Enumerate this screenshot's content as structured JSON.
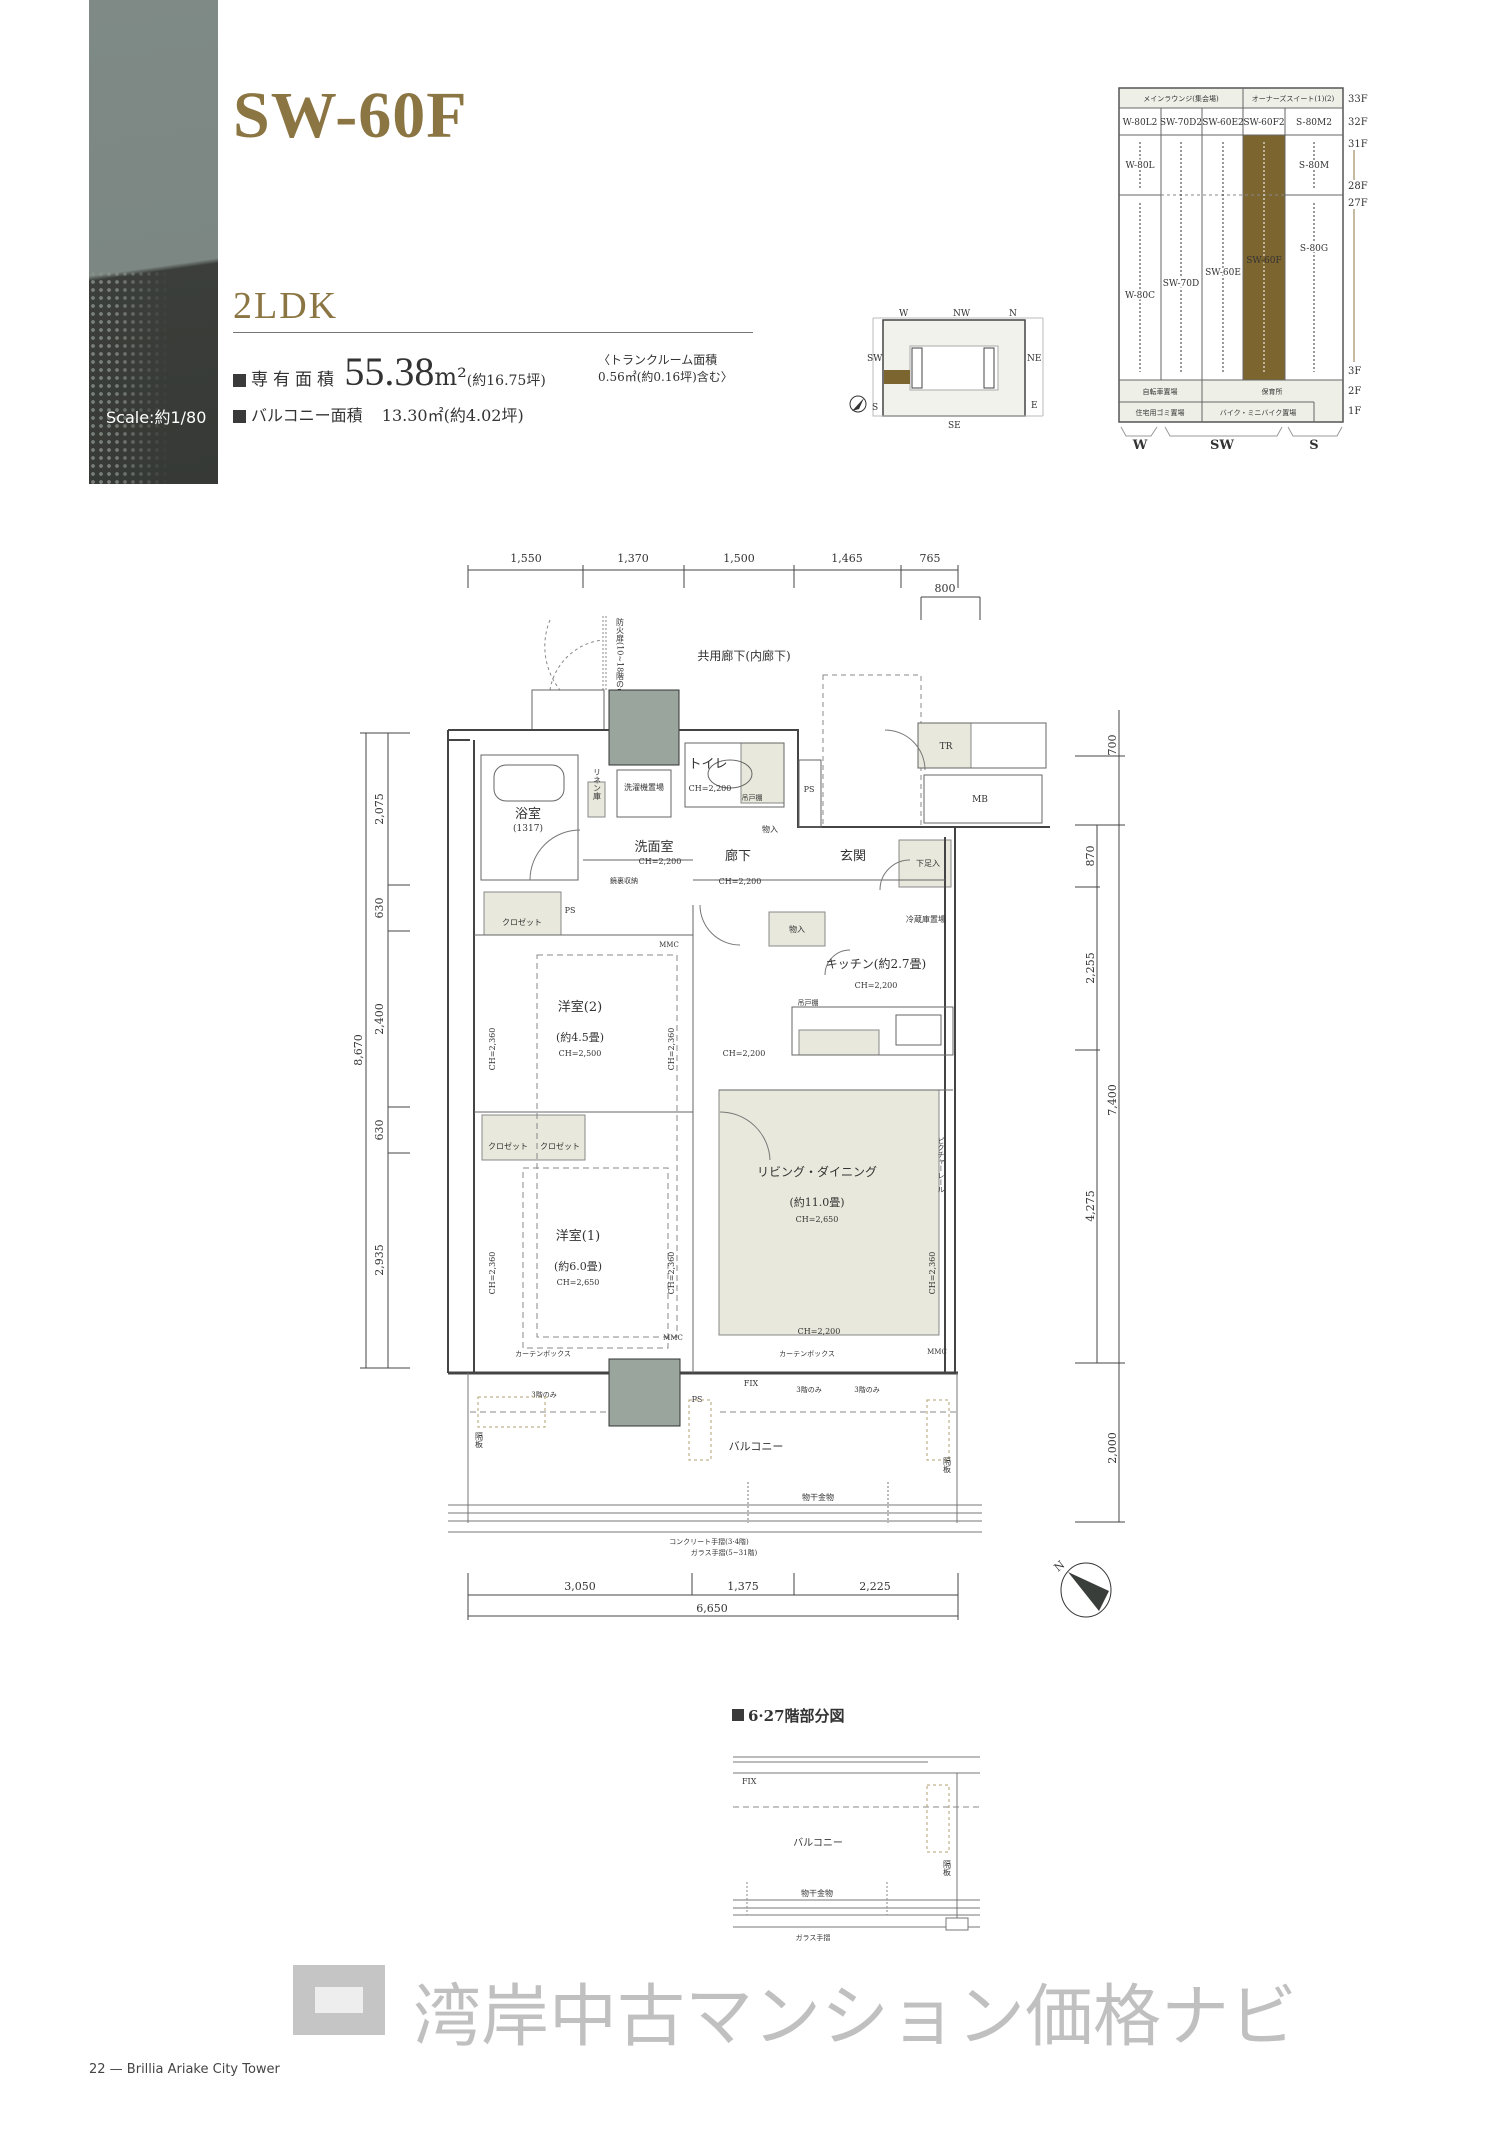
{
  "header": {
    "unit_name": "SW-60F",
    "layout_type": "2LDK",
    "scale": "Scale:約1/80"
  },
  "area": {
    "exclusive_label": "専有面積",
    "exclusive_value": "55.38",
    "unit": "m²",
    "exclusive_tsubo": "(約16.75坪)",
    "trunk_line1": "〈トランクルーム面積",
    "trunk_line2": "0.56㎡(約0.16坪)含む〉",
    "balcony_label": "バルコニー面積",
    "balcony_value": "13.30㎡(約4.02坪)"
  },
  "locator": {
    "labels": [
      "W",
      "NW",
      "N",
      "NE",
      "E",
      "SE",
      "S",
      "SW"
    ]
  },
  "stack": {
    "header": [
      "メインラウンジ(集会場)",
      "オーナーズスイート(1)(2)"
    ],
    "row32": [
      "W-80L2",
      "SW-70D2",
      "SW-60E2",
      "SW-60F2",
      "S-80M2"
    ],
    "upper": [
      "W-80L",
      "S-80M"
    ],
    "main": [
      "W-80C",
      "SW-70D",
      "SW-60E",
      "SW-60F",
      "S-80G"
    ],
    "f2": [
      "自転車置場",
      "保育所"
    ],
    "f1": [
      "住宅用ゴミ置場",
      "バイク・ミニバイク置場"
    ],
    "floors": [
      "33F",
      "32F",
      "31F",
      "28F",
      "27F",
      "3F",
      "2F",
      "1F"
    ],
    "wings": [
      "W",
      "SW",
      "S"
    ],
    "highlight_color": "#7d6530"
  },
  "plan": {
    "top_dims": [
      "1,550",
      "1,370",
      "1,500",
      "1,465",
      "765",
      "800"
    ],
    "left_dims": [
      "2,075",
      "630",
      "2,400",
      "630",
      "2,935",
      "8,670"
    ],
    "right_dims": [
      "700",
      "870",
      "2,255",
      "4,275",
      "7,400",
      "2,000"
    ],
    "bottom_dims": [
      "3,050",
      "1,375",
      "2,225",
      "6,650"
    ],
    "corridor": "共用廊下(内廊下)",
    "fire_door": "防火扉(10~18階のみ)",
    "rooms": {
      "bath": "浴室",
      "bath_size": "(1317)",
      "linen": "リネン庫",
      "washer": "洗濯機置場",
      "washroom": "洗面室",
      "washroom_ch": "CH=2,200",
      "mirror": "鏡裏収納",
      "toilet": "トイレ",
      "toilet_ch": "CH=2,200",
      "shelf": "吊戸棚",
      "hall": "廊下",
      "hall_ch": "CH=2,200",
      "entrance": "玄関",
      "shoe": "下足入",
      "fridge": "冷蔵庫置場",
      "storage": "物入",
      "storage2": "物入",
      "closet": "クロゼット",
      "closet2": "クロゼット",
      "closet3": "クロゼット",
      "kitchen": "キッチン(約2.7畳)",
      "kitchen_ch": "CH=2,200",
      "kitchen_shelf": "吊戸棚",
      "bed2": "洋室(2)",
      "bed2_size": "(約4.5畳)",
      "bed2_ch": "CH=2,500",
      "bed1": "洋室(1)",
      "bed1_size": "(約6.0畳)",
      "bed1_ch": "CH=2,650",
      "ld": "リビング・ダイニング",
      "ld_size": "(約11.0畳)",
      "ld_ch": "CH=2,650",
      "ld_ch2": "CH=2,200",
      "mid_ch": "CH=2,200",
      "ch2360": "CH=2,360",
      "picture_rail": "ピクチャーレール",
      "ps": "PS",
      "mmc": "MMC",
      "tr": "TR",
      "mb": "MB",
      "fix": "FIX",
      "curtain": "カーテンボックス",
      "floor3": "3階のみ",
      "balcony": "バルコニー",
      "partition": "隔板",
      "drying": "物干金物",
      "rail1": "コンクリート手摺(3·4階)",
      "rail2": "ガラス手摺(5~31階)"
    },
    "compass": "N"
  },
  "partial": {
    "title": "6·27階部分図",
    "fix": "FIX",
    "balcony": "バルコニー",
    "partition": "隔板",
    "drying": "物干金物",
    "rail": "ガラス手摺"
  },
  "watermark": "湾岸中古マンション価格ナビ",
  "footer": "22 — Brillia Ariake City Tower",
  "colors": {
    "gold": "#8b7643",
    "beige": "#e8e8dc",
    "column": "#9aa59e"
  }
}
